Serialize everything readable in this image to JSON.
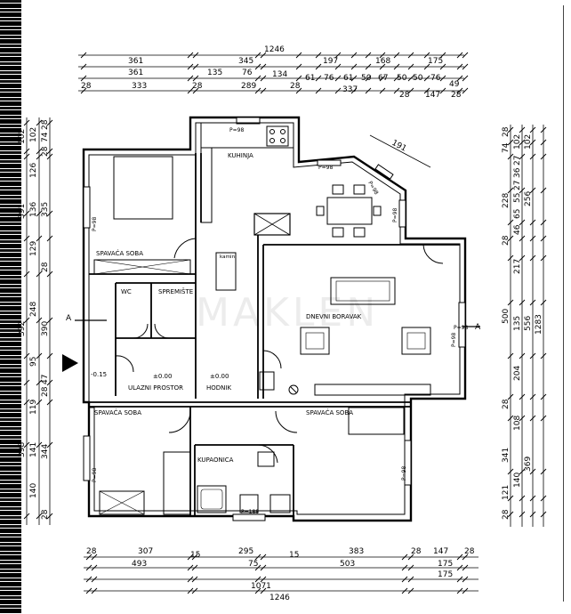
{
  "dims": {
    "top": {
      "total": "1246",
      "r1": [
        "361",
        "345",
        "197",
        "168",
        "175"
      ],
      "r2": [
        "361",
        "135",
        "76",
        "134",
        "61",
        "76",
        "61",
        "50",
        "67",
        "50",
        "50",
        "76",
        "49"
      ],
      "r3": [
        "28",
        "333",
        "28",
        "289",
        "28",
        "337",
        "28",
        "147",
        "28"
      ]
    },
    "bottom": {
      "r1": [
        "28",
        "307",
        "15",
        "295",
        "15",
        "383",
        "28",
        "147",
        "28"
      ],
      "r2": [
        "493",
        "75",
        "503",
        "175"
      ],
      "r3": [
        "1071",
        "175"
      ],
      "total": "1246"
    },
    "left": {
      "c1": [
        "102",
        "391",
        "392",
        "398"
      ],
      "c2": [
        "102",
        "126",
        "136",
        "129",
        "248",
        "95",
        "119",
        "141",
        "140"
      ],
      "c3": [
        "28",
        "74",
        "28",
        "335",
        "28",
        "390",
        "47",
        "28",
        "344",
        "28"
      ]
    },
    "right": {
      "c1": [
        "28",
        "74",
        "228",
        "28",
        "500",
        "28",
        "341",
        "121",
        "28"
      ],
      "c2": [
        "102",
        "27",
        "36",
        "27",
        "55",
        "65",
        "46",
        "217",
        "135",
        "204",
        "108",
        "140"
      ],
      "c3": [
        "102",
        "256",
        "556",
        "369"
      ],
      "total": "1283"
    },
    "diag": "191",
    "doors": [
      "P=98",
      "P=98",
      "P=98",
      "P=98",
      "P=98",
      "P=98",
      "P=98",
      "P=188",
      "P=98",
      "P=98"
    ]
  },
  "rooms": {
    "kitchen": "KUHINJA",
    "bedroom1": "SPAVAĆA SOBA",
    "bedroom2": "SPAVAĆA SOBA",
    "bedroom3": "SPAVAĆA SOBA",
    "wc": "WC",
    "storage": "SPREMIŠTE",
    "entrance": "ULAZNI PROSTOR",
    "hallway": "HODNIK",
    "living": "DNEVNI BORAVAK",
    "bathroom": "KUPAONICA",
    "fireplace": "kamin"
  },
  "levels": [
    "±0.00",
    "±0.00",
    "-0.15"
  ],
  "section": [
    "A",
    "A"
  ],
  "watermark": "MAKLEN"
}
